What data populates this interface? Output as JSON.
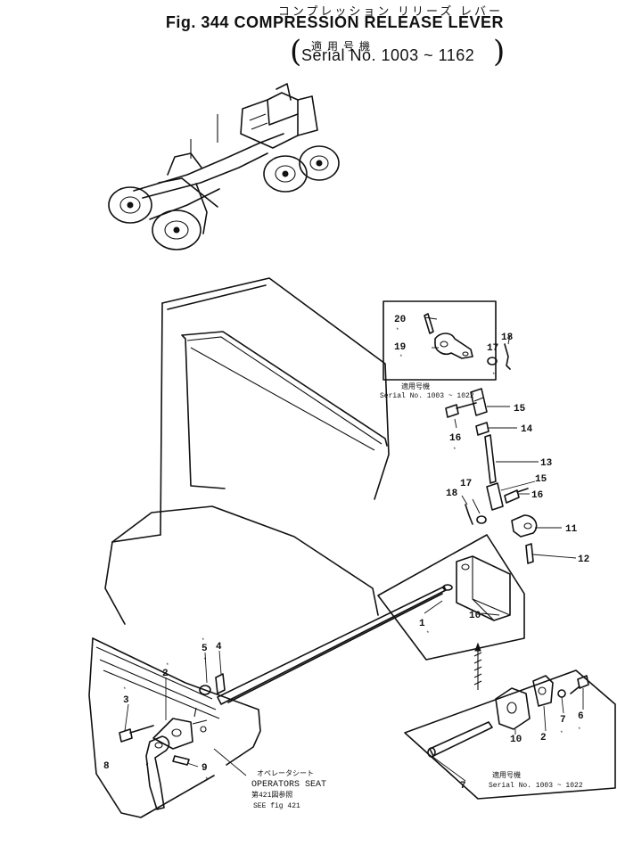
{
  "header": {
    "title_japanese": "コンプレッション リリーズ レバー",
    "title": "Fig. 344 COMPRESSION RELEASE LEVER",
    "applicability_japanese": "適用号機",
    "serial_range": "Serial No. 1003 ~ 1162"
  },
  "inset_top": {
    "label_japanese": "適用号機",
    "serial": "Serial No. 1003 ~ 1022"
  },
  "inset_bottom": {
    "label_japanese": "適用号機",
    "serial": "Serial No. 1003 ~ 1022"
  },
  "seat_note": {
    "japanese": "オペレータシート",
    "label": "OPERATORS SEAT",
    "reference_japanese": "第421図参照",
    "see_fig": "SEE fig 421"
  },
  "callouts": {
    "c1": "1",
    "c2a": "2",
    "c2b": "2",
    "c3": "3",
    "c4": "4",
    "c5": "5",
    "c6": "6",
    "c7a": "7",
    "c7b": "7",
    "c8": "8",
    "c9": "9",
    "c10a": "10",
    "c10b": "10",
    "c11": "11",
    "c12": "12",
    "c13": "13",
    "c14": "14",
    "c15a": "15",
    "c15b": "15",
    "c16a": "16",
    "c16b": "16",
    "c17a": "17",
    "c17b": "17",
    "c18a": "18",
    "c18b": "18",
    "c19": "19",
    "c20": "20"
  },
  "marks": {
    "star": "*"
  }
}
